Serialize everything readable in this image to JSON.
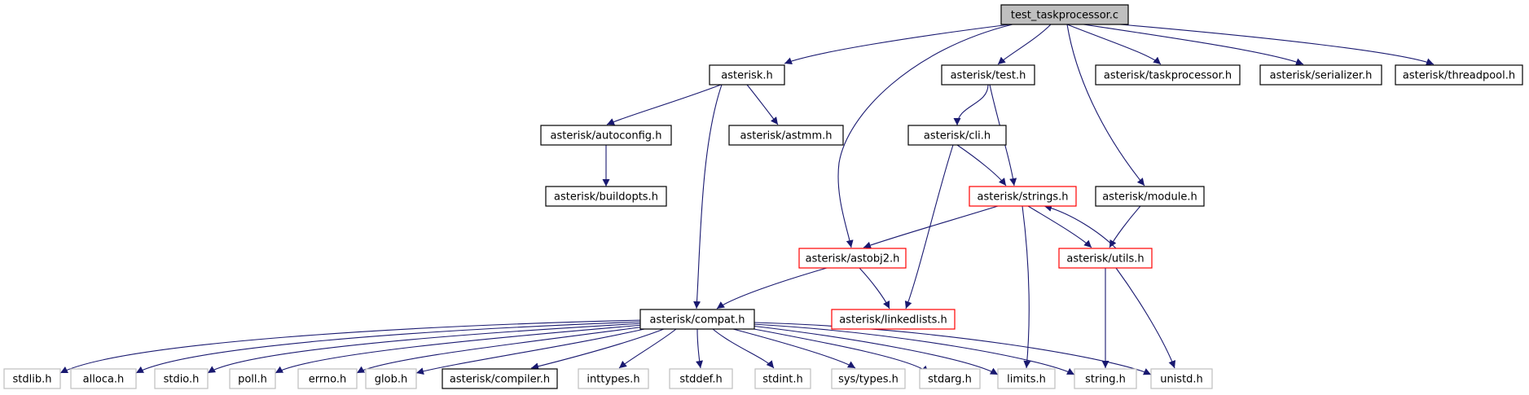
{
  "diagram": {
    "colors": {
      "edge": "#191970",
      "root_fill": "#bfbfbf",
      "border_documented": "#000000",
      "border_incomplete": "#ff0000",
      "border_external": "#bfbfbf"
    },
    "nodes": [
      {
        "id": "root",
        "label": "test_taskprocessor.c",
        "kind": "root"
      },
      {
        "id": "asterisk_h",
        "label": "asterisk.h",
        "kind": "documented"
      },
      {
        "id": "test_h",
        "label": "asterisk/test.h",
        "kind": "documented"
      },
      {
        "id": "taskprocessor_h",
        "label": "asterisk/taskprocessor.h",
        "kind": "documented"
      },
      {
        "id": "serializer_h",
        "label": "asterisk/serializer.h",
        "kind": "documented"
      },
      {
        "id": "threadpool_h",
        "label": "asterisk/threadpool.h",
        "kind": "documented"
      },
      {
        "id": "autoconfig_h",
        "label": "asterisk/autoconfig.h",
        "kind": "documented"
      },
      {
        "id": "astmm_h",
        "label": "asterisk/astmm.h",
        "kind": "documented"
      },
      {
        "id": "cli_h",
        "label": "asterisk/cli.h",
        "kind": "documented"
      },
      {
        "id": "buildopts_h",
        "label": "asterisk/buildopts.h",
        "kind": "documented"
      },
      {
        "id": "strings_h",
        "label": "asterisk/strings.h",
        "kind": "incomplete"
      },
      {
        "id": "module_h",
        "label": "asterisk/module.h",
        "kind": "documented"
      },
      {
        "id": "astobj2_h",
        "label": "asterisk/astobj2.h",
        "kind": "incomplete"
      },
      {
        "id": "utils_h",
        "label": "asterisk/utils.h",
        "kind": "incomplete"
      },
      {
        "id": "compat_h",
        "label": "asterisk/compat.h",
        "kind": "documented"
      },
      {
        "id": "linkedlists_h",
        "label": "asterisk/linkedlists.h",
        "kind": "incomplete"
      },
      {
        "id": "stdlib_h",
        "label": "stdlib.h",
        "kind": "external"
      },
      {
        "id": "alloca_h",
        "label": "alloca.h",
        "kind": "external"
      },
      {
        "id": "stdio_h",
        "label": "stdio.h",
        "kind": "external"
      },
      {
        "id": "poll_h",
        "label": "poll.h",
        "kind": "external"
      },
      {
        "id": "errno_h",
        "label": "errno.h",
        "kind": "external"
      },
      {
        "id": "glob_h",
        "label": "glob.h",
        "kind": "external"
      },
      {
        "id": "compiler_h",
        "label": "asterisk/compiler.h",
        "kind": "documented"
      },
      {
        "id": "inttypes_h",
        "label": "inttypes.h",
        "kind": "external"
      },
      {
        "id": "stddef_h",
        "label": "stddef.h",
        "kind": "external"
      },
      {
        "id": "stdint_h",
        "label": "stdint.h",
        "kind": "external"
      },
      {
        "id": "systypes_h",
        "label": "sys/types.h",
        "kind": "external"
      },
      {
        "id": "stdarg_h",
        "label": "stdarg.h",
        "kind": "external"
      },
      {
        "id": "limits_h",
        "label": "limits.h",
        "kind": "external"
      },
      {
        "id": "string_h",
        "label": "string.h",
        "kind": "external"
      },
      {
        "id": "unistd_h",
        "label": "unistd.h",
        "kind": "external"
      }
    ],
    "edges": [
      [
        "root",
        "asterisk_h"
      ],
      [
        "root",
        "test_h"
      ],
      [
        "root",
        "taskprocessor_h"
      ],
      [
        "root",
        "serializer_h"
      ],
      [
        "root",
        "threadpool_h"
      ],
      [
        "root",
        "astobj2_h"
      ],
      [
        "root",
        "module_h"
      ],
      [
        "asterisk_h",
        "autoconfig_h"
      ],
      [
        "asterisk_h",
        "astmm_h"
      ],
      [
        "asterisk_h",
        "compat_h"
      ],
      [
        "autoconfig_h",
        "buildopts_h"
      ],
      [
        "test_h",
        "cli_h"
      ],
      [
        "test_h",
        "strings_h"
      ],
      [
        "cli_h",
        "strings_h"
      ],
      [
        "cli_h",
        "linkedlists_h"
      ],
      [
        "strings_h",
        "astobj2_h"
      ],
      [
        "strings_h",
        "utils_h"
      ],
      [
        "strings_h",
        "limits_h"
      ],
      [
        "utils_h",
        "strings_h"
      ],
      [
        "utils_h",
        "string_h"
      ],
      [
        "utils_h",
        "unistd_h"
      ],
      [
        "module_h",
        "utils_h"
      ],
      [
        "astobj2_h",
        "compat_h"
      ],
      [
        "astobj2_h",
        "linkedlists_h"
      ],
      [
        "compat_h",
        "stdlib_h"
      ],
      [
        "compat_h",
        "alloca_h"
      ],
      [
        "compat_h",
        "stdio_h"
      ],
      [
        "compat_h",
        "poll_h"
      ],
      [
        "compat_h",
        "errno_h"
      ],
      [
        "compat_h",
        "glob_h"
      ],
      [
        "compat_h",
        "compiler_h"
      ],
      [
        "compat_h",
        "inttypes_h"
      ],
      [
        "compat_h",
        "stddef_h"
      ],
      [
        "compat_h",
        "stdint_h"
      ],
      [
        "compat_h",
        "systypes_h"
      ],
      [
        "compat_h",
        "stdarg_h"
      ],
      [
        "compat_h",
        "limits_h"
      ],
      [
        "compat_h",
        "string_h"
      ],
      [
        "compat_h",
        "unistd_h"
      ]
    ]
  }
}
